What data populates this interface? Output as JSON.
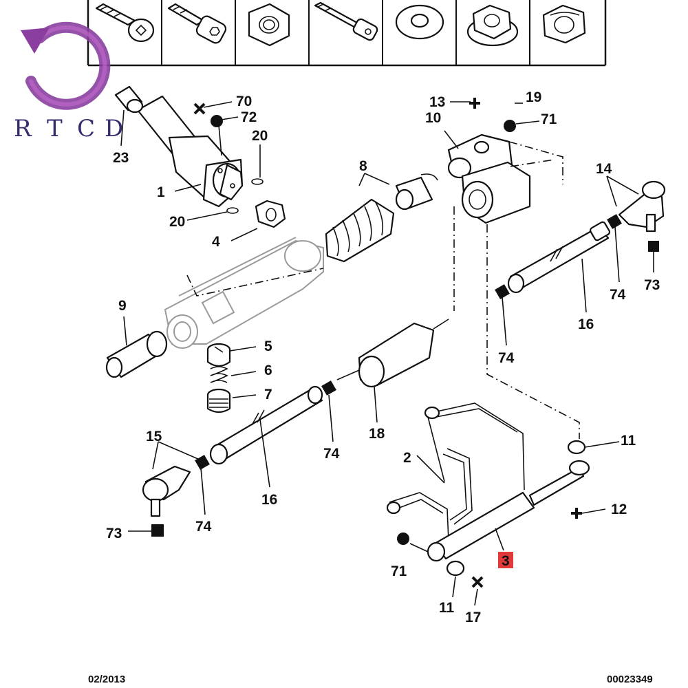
{
  "logo": {
    "text": "RTCD",
    "letters": [
      "R",
      "T",
      "C",
      "D"
    ],
    "color": "#3a2b6e",
    "accent": "#b04ab8"
  },
  "fastener_strip": {
    "cells": [
      "torx-screw-icon",
      "hex-socket-screw-icon",
      "hex-nut-icon",
      "long-socket-bolt-icon",
      "flat-washer-icon",
      "flanged-nut-icon",
      "lock-nut-icon"
    ]
  },
  "symbols": {
    "cross": "cross-symbol",
    "dot": "dot-symbol",
    "square": "square-symbol"
  },
  "callouts": [
    {
      "id": "70",
      "text": "70"
    },
    {
      "id": "72",
      "text": "72"
    },
    {
      "id": "23",
      "text": "23"
    },
    {
      "id": "20a",
      "text": "20"
    },
    {
      "id": "1",
      "text": "1"
    },
    {
      "id": "20b",
      "text": "20"
    },
    {
      "id": "4",
      "text": "4"
    },
    {
      "id": "8",
      "text": "8"
    },
    {
      "id": "13",
      "text": "13"
    },
    {
      "id": "19",
      "text": "19"
    },
    {
      "id": "10",
      "text": "10"
    },
    {
      "id": "71a",
      "text": "71"
    },
    {
      "id": "14",
      "text": "14"
    },
    {
      "id": "73a",
      "text": "73"
    },
    {
      "id": "74a",
      "text": "74"
    },
    {
      "id": "16a",
      "text": "16"
    },
    {
      "id": "74b",
      "text": "74"
    },
    {
      "id": "9",
      "text": "9"
    },
    {
      "id": "5",
      "text": "5"
    },
    {
      "id": "6",
      "text": "6"
    },
    {
      "id": "7",
      "text": "7"
    },
    {
      "id": "18",
      "text": "18"
    },
    {
      "id": "74c",
      "text": "74"
    },
    {
      "id": "15",
      "text": "15"
    },
    {
      "id": "16b",
      "text": "16"
    },
    {
      "id": "74d",
      "text": "74"
    },
    {
      "id": "73b",
      "text": "73"
    },
    {
      "id": "2",
      "text": "2"
    },
    {
      "id": "11a",
      "text": "11"
    },
    {
      "id": "12",
      "text": "12"
    },
    {
      "id": "3",
      "text": "3",
      "highlight": true
    },
    {
      "id": "71b",
      "text": "71"
    },
    {
      "id": "11b",
      "text": "11"
    },
    {
      "id": "17",
      "text": "17"
    }
  ],
  "highlight_color": "#e23a3a",
  "footer": {
    "date": "02/2013",
    "ref": "00023349"
  }
}
